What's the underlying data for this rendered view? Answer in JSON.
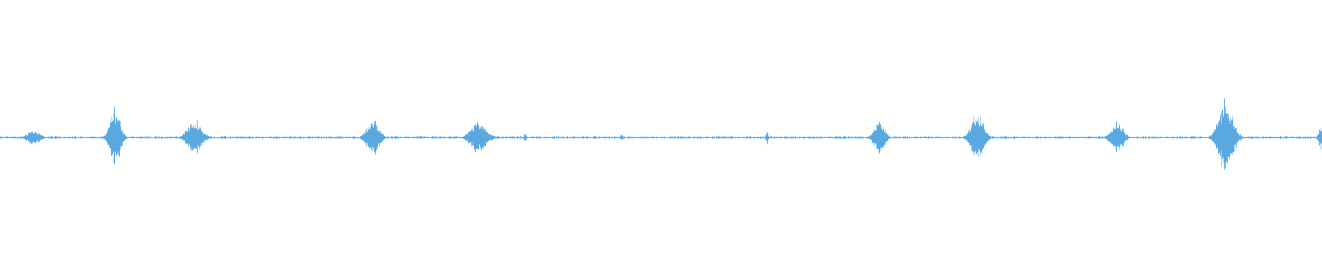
{
  "waveform": {
    "color": "#5aa8e0",
    "baseline_amplitude": 0.012,
    "bursts": [
      {
        "time": 0.025,
        "width": 0.006,
        "amplitude": 0.06
      },
      {
        "time": 0.087,
        "width": 0.005,
        "amplitude": 0.24
      },
      {
        "time": 0.147,
        "width": 0.007,
        "amplitude": 0.14
      },
      {
        "time": 0.282,
        "width": 0.006,
        "amplitude": 0.14
      },
      {
        "time": 0.362,
        "width": 0.008,
        "amplitude": 0.12
      },
      {
        "time": 0.397,
        "width": 0.001,
        "amplitude": 0.04
      },
      {
        "time": 0.47,
        "width": 0.001,
        "amplitude": 0.03
      },
      {
        "time": 0.58,
        "width": 0.001,
        "amplitude": 0.06
      },
      {
        "time": 0.665,
        "width": 0.005,
        "amplitude": 0.14
      },
      {
        "time": 0.739,
        "width": 0.006,
        "amplitude": 0.2
      },
      {
        "time": 0.845,
        "width": 0.006,
        "amplitude": 0.12
      },
      {
        "time": 0.927,
        "width": 0.007,
        "amplitude": 0.3
      },
      {
        "time": 0.999,
        "width": 0.002,
        "amplitude": 0.1
      }
    ]
  }
}
